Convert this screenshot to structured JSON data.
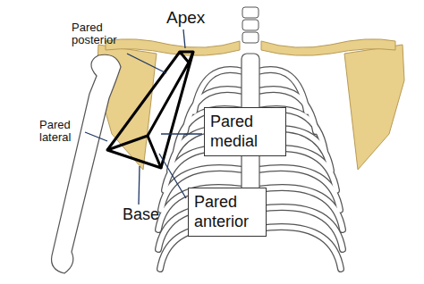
{
  "diagram": {
    "nodes": [
      {
        "text": [
          "Pared medial"
        ]
      },
      {
        "text": [
          "Pared anterior"
        ]
      }
    ],
    "labels": [
      "Apex",
      "Pared posterior",
      "Pared lateral",
      "Base"
    ]
  }
}
